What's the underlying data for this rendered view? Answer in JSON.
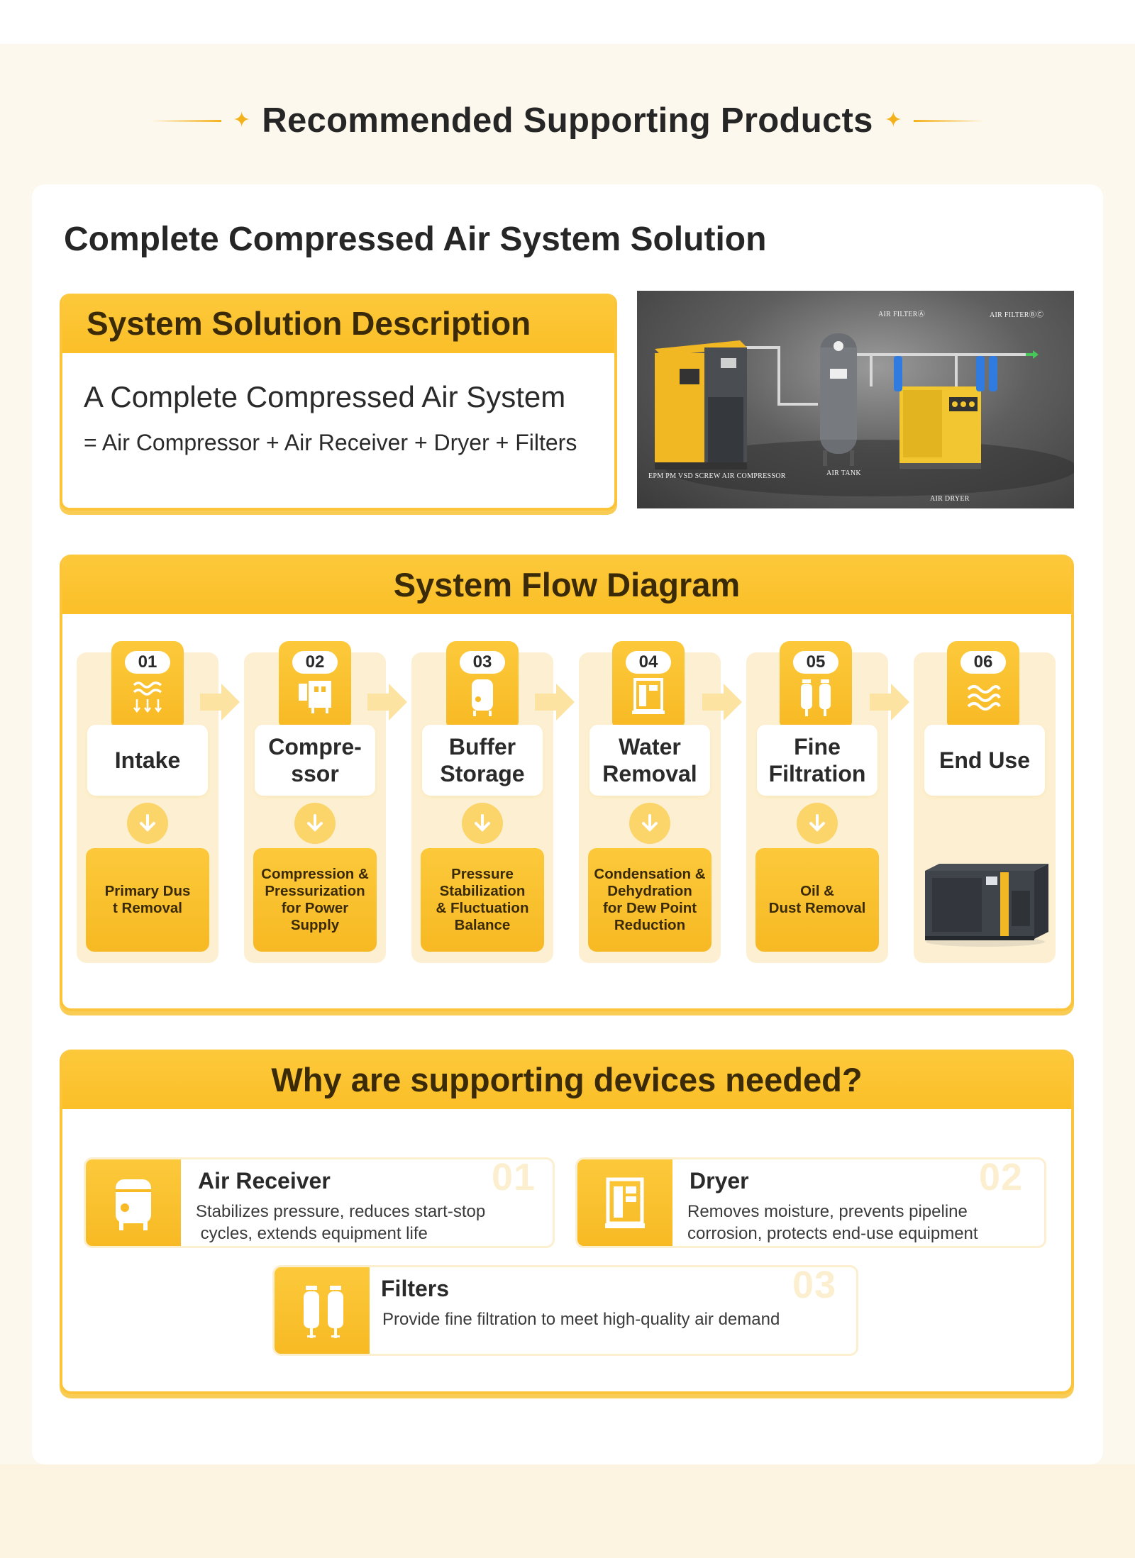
{
  "header": {
    "title": "Recommended Supporting Products"
  },
  "section": {
    "title": "Complete Compressed Air System Solution"
  },
  "description": {
    "heading": "System Solution Description",
    "main": "A Complete Compressed Air System",
    "sub": "= Air Compressor + Air Receiver + Dryer + Filters"
  },
  "photo": {
    "labels": {
      "filter_a": "AIR FILTERⒶ",
      "filter_bc": "AIR FILTERⒷⒸ",
      "compressor": "EPM PM VSD SCREW AIR COMPRESSOR",
      "tank": "AIR TANK",
      "dryer": "AIR DRYER"
    }
  },
  "flow": {
    "title": "System Flow Diagram",
    "steps": [
      {
        "num": "01",
        "label": "Intake",
        "desc": "Primary Dus\nt Removal",
        "icon": "intake-waves-icon"
      },
      {
        "num": "02",
        "label": "Compre-\nssor",
        "desc": "Compression &\nPressurization\nfor Power Supply",
        "icon": "compressor-icon"
      },
      {
        "num": "03",
        "label": "Buffer\nStorage",
        "desc": "Pressure\nStabilization\n& Fluctuation\nBalance",
        "icon": "air-tank-icon"
      },
      {
        "num": "04",
        "label": "Water\nRemoval",
        "desc": "Condensation &\nDehydration\nfor Dew Point\nReduction",
        "icon": "dryer-icon"
      },
      {
        "num": "05",
        "label": "Fine\nFiltration",
        "desc": "Oil &\nDust Removal",
        "icon": "filters-icon"
      },
      {
        "num": "06",
        "label": "End Use",
        "desc": "",
        "icon": "air-waves-icon"
      }
    ]
  },
  "why": {
    "title": "Why are supporting devices needed?",
    "items": [
      {
        "num": "01",
        "title": "Air Receiver",
        "text": "Stabilizes pressure, reduces start-stop\n cycles, extends equipment life",
        "icon": "air-tank-icon"
      },
      {
        "num": "02",
        "title": "Dryer",
        "text": "Removes moisture, prevents pipeline\ncorrosion, protects end-use equipment",
        "icon": "dryer-icon"
      },
      {
        "num": "03",
        "title": "Filters",
        "text": "Provide fine filtration to meet high-quality air demand",
        "icon": "filters-icon"
      }
    ]
  },
  "colors": {
    "accent": "#fbc43a",
    "accent_light": "#fdf0d2",
    "background": "#fdf8ee"
  }
}
